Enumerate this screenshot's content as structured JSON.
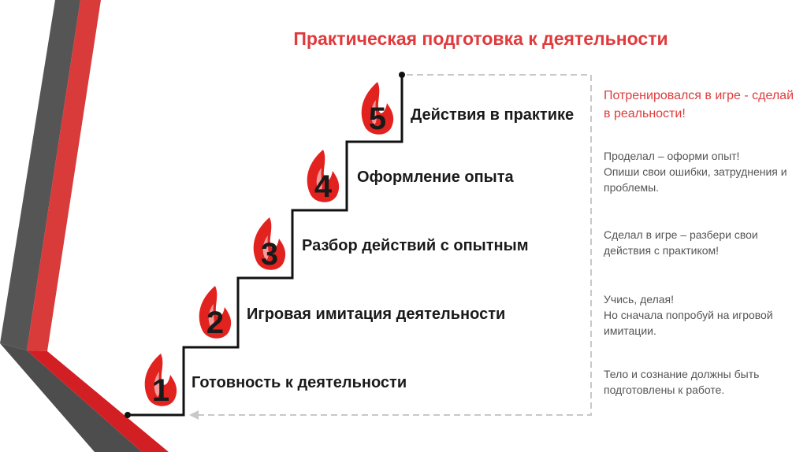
{
  "title": "Практическая подготовка к деятельности",
  "accent_color": "#e03a3c",
  "steps": [
    {
      "number": "1",
      "label": "Готовность к деятельности",
      "note": "Тело и сознание должны быть подготовлены к работе.",
      "icon": "flame-icon"
    },
    {
      "number": "2",
      "label": "Игровая имитация деятельности",
      "note": "Учись, делая!\nНо сначала попробуй на игровой имитации.",
      "icon": "flame-icon"
    },
    {
      "number": "3",
      "label": "Разбор действий с опытным",
      "note": "Сделал в игре – разбери свои действия с практиком!",
      "icon": "flame-icon"
    },
    {
      "number": "4",
      "label": "Оформление опыта",
      "note": "Проделал – оформи опыт!\nОпиши свои ошибки, затруднения и проблемы.",
      "icon": "flame-icon"
    },
    {
      "number": "5",
      "label": "Действия в практике",
      "note": "Потренировался в игре - сделай в реальности!",
      "icon": "flame-icon"
    }
  ]
}
